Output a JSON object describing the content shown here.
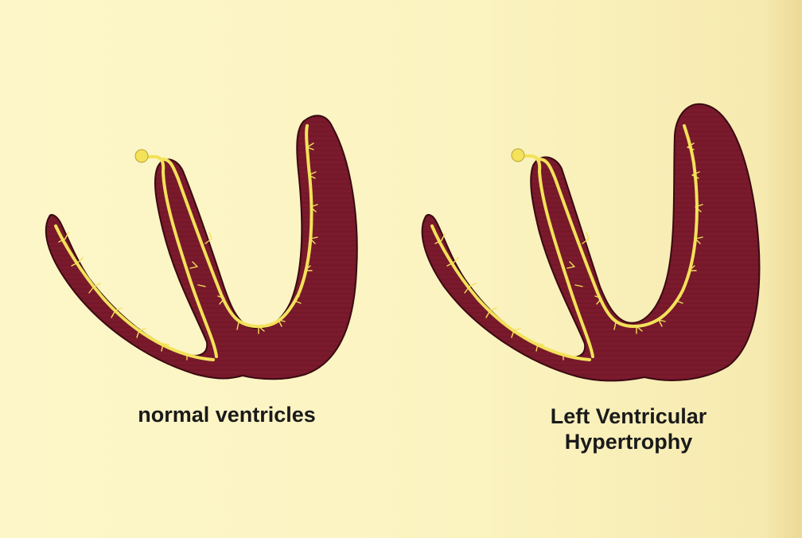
{
  "diagram": {
    "panels": [
      {
        "caption_lines": [
          "normal ventricles"
        ]
      },
      {
        "caption_lines": [
          "Left Ventricular",
          "Hypertrophy"
        ]
      }
    ]
  },
  "colors": {
    "background": "#fbf3c0",
    "myocardium": "#7a1a2c",
    "myocardium_edge": "#3a0a12",
    "conduction_fibers": "#f3e25a"
  }
}
